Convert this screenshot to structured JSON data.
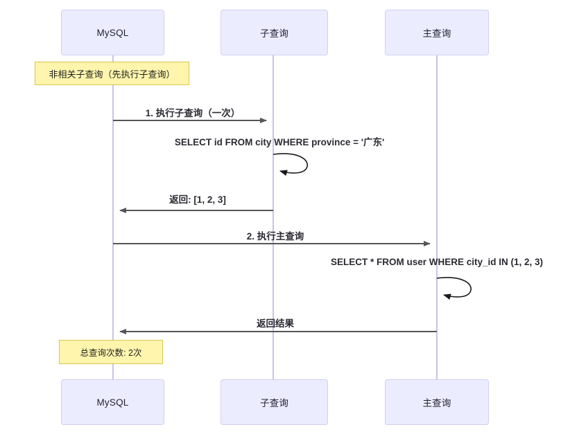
{
  "diagram": {
    "type": "sequence-diagram",
    "background_color": "#ffffff",
    "actor_fill": "#ececff",
    "actor_stroke": "#cfcff0",
    "lifeline_color": "#c7c3e8",
    "note_fill": "#fff5ad",
    "note_stroke": "#d9c64a",
    "message_color": "#555555",
    "text_color": "#2b2b33"
  },
  "actors": [
    {
      "id": "mysql",
      "label": "MySQL"
    },
    {
      "id": "subquery",
      "label": "子查询"
    },
    {
      "id": "mainquery",
      "label": "主查询"
    }
  ],
  "notes": [
    {
      "id": "note-noncorrelated",
      "label": "非相关子查询（先执行子查询）"
    },
    {
      "id": "note-total",
      "label": "总查询次数: 2次"
    }
  ],
  "messages": [
    {
      "id": "msg-1",
      "label": "1. 执行子查询（一次）",
      "from": "mysql",
      "to": "subquery",
      "kind": "call"
    },
    {
      "id": "loop-1",
      "label": "SELECT id FROM city WHERE province = '广东'",
      "from": "subquery",
      "to": "subquery",
      "kind": "self"
    },
    {
      "id": "msg-2",
      "label": "返回: [1, 2, 3]",
      "from": "subquery",
      "to": "mysql",
      "kind": "return"
    },
    {
      "id": "msg-3",
      "label": "2. 执行主查询",
      "from": "mysql",
      "to": "mainquery",
      "kind": "call"
    },
    {
      "id": "loop-2",
      "label": "SELECT * FROM user WHERE city_id IN (1, 2, 3)",
      "from": "mainquery",
      "to": "mainquery",
      "kind": "self"
    },
    {
      "id": "msg-4",
      "label": "返回结果",
      "from": "mainquery",
      "to": "mysql",
      "kind": "return"
    }
  ]
}
